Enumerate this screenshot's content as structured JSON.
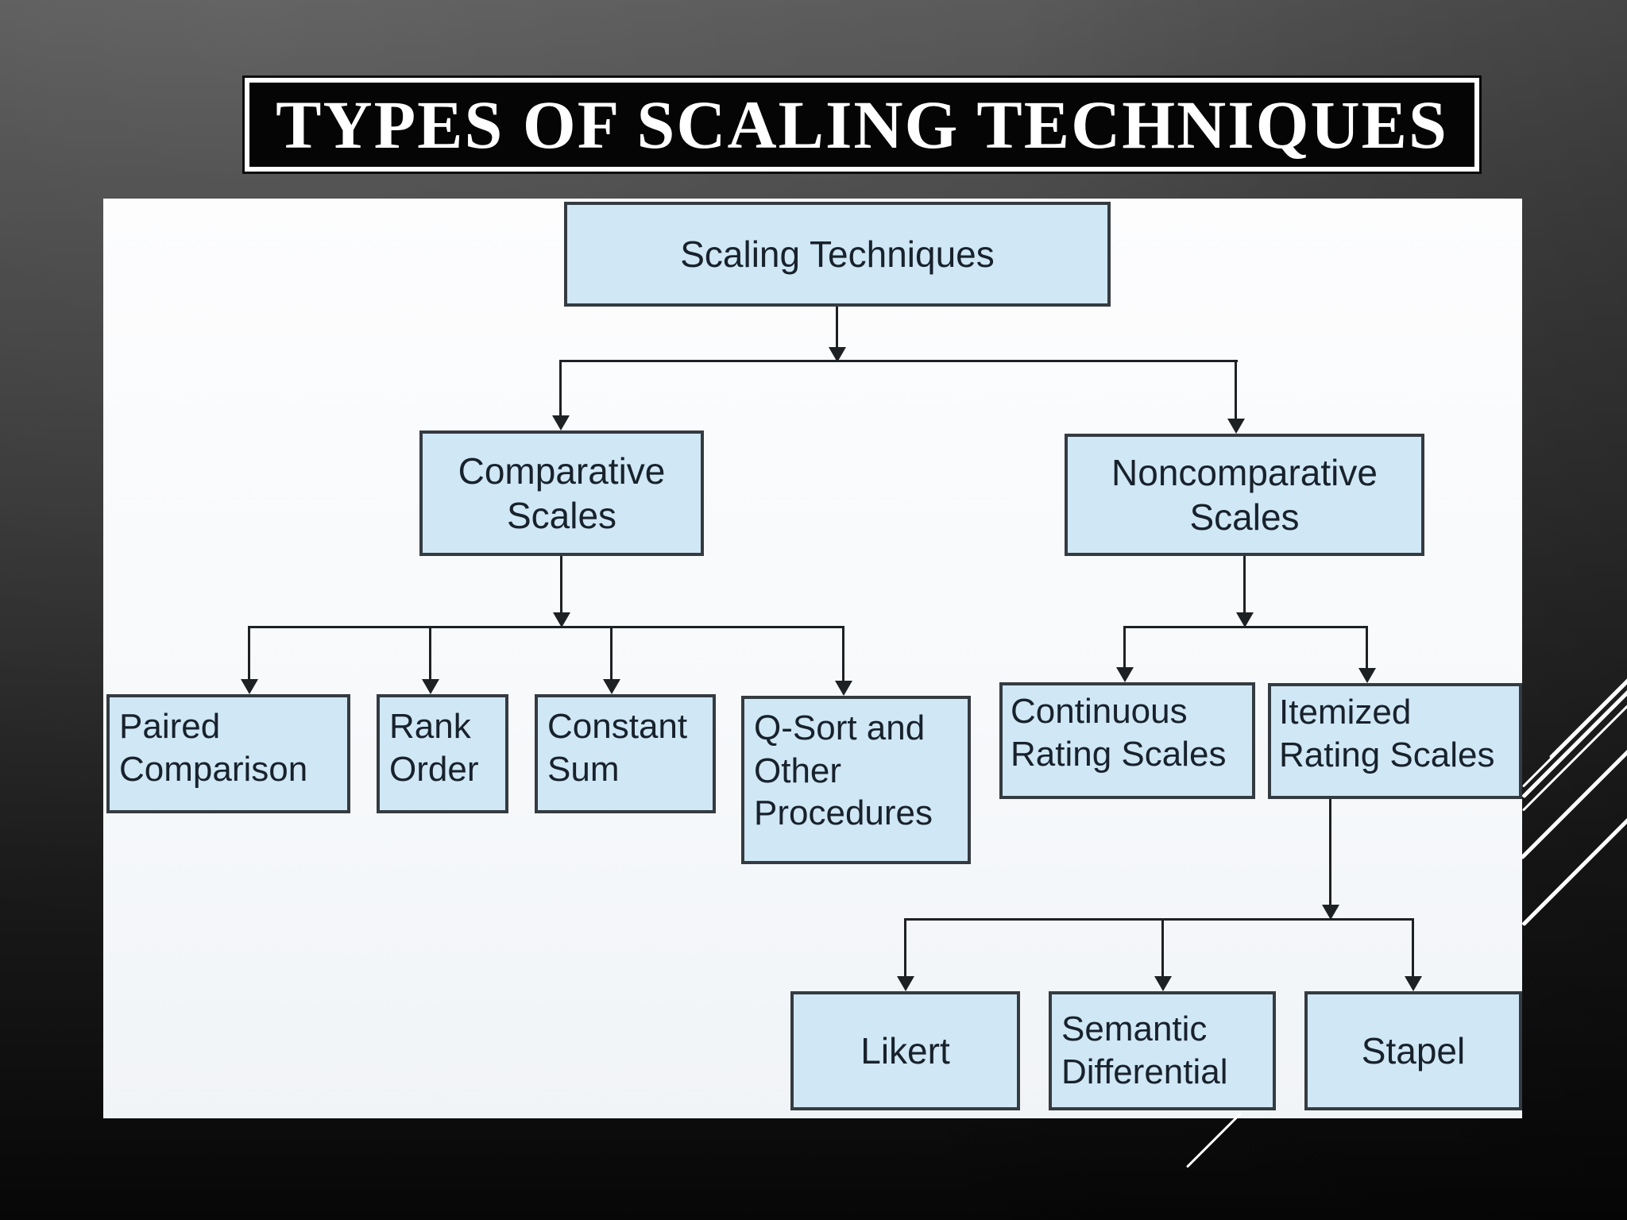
{
  "slide": {
    "title": "TYPES OF SCALING TECHNIQUES"
  },
  "diagram": {
    "nodes": {
      "root": "Scaling Techniques",
      "comparative": "Comparative Scales",
      "noncomparative": "Noncomparative Scales",
      "paired": "Paired Comparison",
      "rank": "Rank Order",
      "constant": "Constant Sum",
      "qsort": "Q-Sort and Other Procedures",
      "continuous": "Continuous Rating Scales",
      "itemized": "Itemized Rating Scales",
      "likert": "Likert",
      "semantic": "Semantic Differential",
      "stapel": "Stapel"
    },
    "structure": [
      {
        "parent": "Scaling Techniques",
        "children": [
          "Comparative Scales",
          "Noncomparative Scales"
        ]
      },
      {
        "parent": "Comparative Scales",
        "children": [
          "Paired Comparison",
          "Rank Order",
          "Constant Sum",
          "Q-Sort and Other Procedures"
        ]
      },
      {
        "parent": "Noncomparative Scales",
        "children": [
          "Continuous Rating Scales",
          "Itemized Rating Scales"
        ]
      },
      {
        "parent": "Itemized Rating Scales",
        "children": [
          "Likert",
          "Semantic Differential",
          "Stapel"
        ]
      }
    ]
  },
  "colors": {
    "title-bg": "#050505",
    "title-text": "#ffffff",
    "title-border": "#ffffff",
    "node-fill": "#d0e7f5",
    "node-border": "#343b41",
    "node-text": "#18222c",
    "connector": "#1e2124",
    "accent-lines": "#ffffff"
  }
}
